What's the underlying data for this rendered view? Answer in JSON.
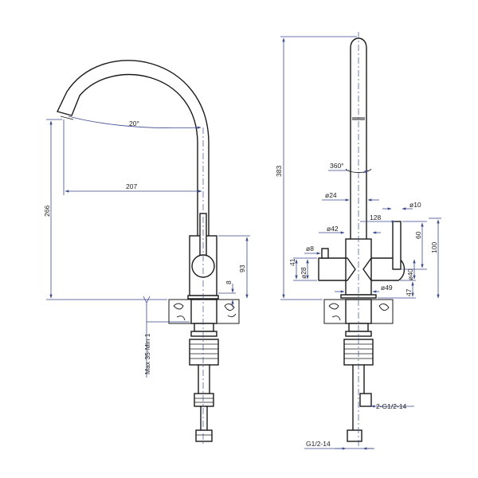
{
  "left_view": {
    "angle": "20°",
    "reach": "207",
    "height": "266",
    "body_height": "93",
    "small_offset": "8",
    "deck_thickness": "Max 35-Min 1"
  },
  "right_view": {
    "total_height": "383",
    "rotation": "360°",
    "spout_dia": "ø24",
    "handle_dia": "ø10",
    "lever_len": "128",
    "body_dia": "ø42",
    "lever_height": "60",
    "side_height": "100",
    "pin_dia": "ø8",
    "dim_41": "41",
    "dim_28": "ø28",
    "dim_40": "ø40",
    "base_dia": "ø49",
    "dim_47": "47",
    "hose_thread": "2-G1/2-14",
    "inlet_thread": "G1/2-14"
  }
}
